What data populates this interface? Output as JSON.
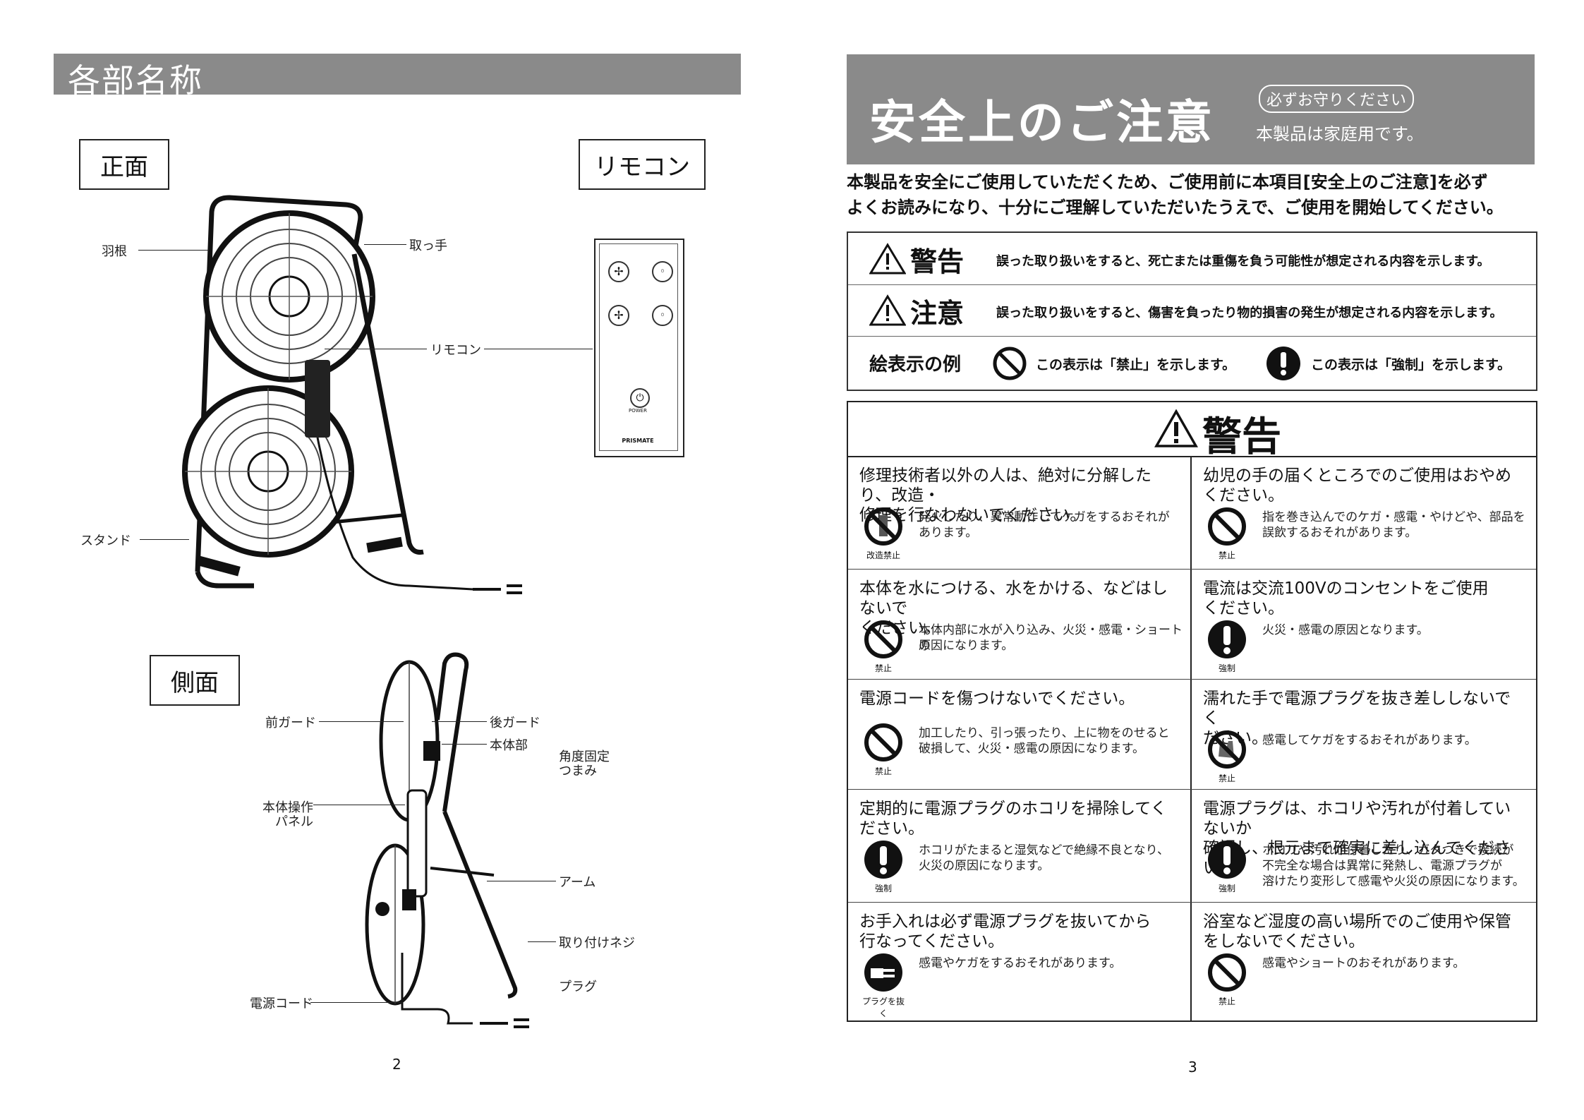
{
  "left_page": {
    "header": "各部名称",
    "front_label": "正面",
    "remote_label": "リモコン",
    "side_label": "側面",
    "front_callouts": {
      "blade": "羽根",
      "handle": "取っ手",
      "remote": "リモコン",
      "stand": "スタンド"
    },
    "remote_brand": "PRISMATE",
    "remote_power": "POWER",
    "side_callouts": {
      "front_guard": "前ガード",
      "rear_guard": "後ガード",
      "body": "本体部",
      "angle_knob_1": "角度固定",
      "angle_knob_2": "つまみ",
      "panel_1": "本体操作",
      "panel_2": "パネル",
      "arm": "アーム",
      "screw": "取り付けネジ",
      "plug": "プラグ",
      "cord": "電源コード"
    },
    "page_number": "2"
  },
  "right_page": {
    "title": "安全上のご注意",
    "pill": "必ずお守りください",
    "subtitle": "本製品は家庭用です。",
    "intro_1": "本製品を安全にご使用していただくため、ご使用前に本項目[安全上のご注意]を必ず",
    "intro_2": "よくお読みになり、十分にご理解していただいたうえで、ご使用を開始してください。",
    "legend": {
      "warning_title": "警告",
      "warning_text": "誤った取り扱いをすると、死亡または重傷を負う可能性が想定される内容を示します。",
      "caution_title": "注意",
      "caution_text": "誤った取り扱いをすると、傷害を負ったり物的損害の発生が想定される内容を示します。",
      "example_title": "絵表示の例",
      "prohibit_text": "この表示は「禁止」を示します。",
      "mandatory_text": "この表示は「強制」を示します。"
    },
    "warning_box_title": "警告",
    "warnings": [
      {
        "title_1": "修理技術者以外の人は、絶対に分解したり、改造・",
        "title_2": "修理を行なわないでください。",
        "desc_1": "発火したり、異常動作してケガをするおそれが",
        "desc_2": "あります。",
        "icon": "no-disassembly-icon",
        "caption": "改造禁止"
      },
      {
        "title_1": "幼児の手の届くところでのご使用はおやめ",
        "title_2": "ください。",
        "desc_1": "指を巻き込んでのケガ・感電・やけどや、部品を",
        "desc_2": "誤飲するおそれがあります。",
        "icon": "prohibit-icon",
        "caption": "禁止"
      },
      {
        "title_1": "本体を水につける、水をかける、などはしないで",
        "title_2": "ください。",
        "desc_1": "本体内部に水が入り込み、火災・感電・ショートの",
        "desc_2": "原因になります。",
        "icon": "prohibit-icon",
        "caption": "禁止"
      },
      {
        "title_1": "電流は交流100Vのコンセントをご使用",
        "title_2": "ください。",
        "desc_1": "火災・感電の原因となります。",
        "desc_2": "",
        "icon": "mandatory-icon",
        "caption": "強制"
      },
      {
        "title_1": "電源コードを傷つけないでください。",
        "title_2": "",
        "desc_1": "加工したり、引っ張ったり、上に物をのせると",
        "desc_2": "破損して、火災・感電の原因になります。",
        "icon": "prohibit-icon",
        "caption": "禁止"
      },
      {
        "title_1": "濡れた手で電源プラグを抜き差ししないでく",
        "title_2": "ださい。",
        "desc_1": "感電してケガをするおそれがあります。",
        "desc_2": "",
        "icon": "no-wet-hands-icon",
        "caption": "禁止"
      },
      {
        "title_1": "定期的に電源プラグのホコリを掃除してく",
        "title_2": "ださい。",
        "desc_1": "ホコリがたまると湿気などで絶縁不良となり、",
        "desc_2": "火災の原因になります。",
        "icon": "mandatory-icon",
        "caption": "強制"
      },
      {
        "title_1": "電源プラグは、ホコリや汚れが付着していないか",
        "title_2": "確認し、根元まで確実に差し込んでください。",
        "desc_1": "ホコリや汚れが付着したり、ガタつきで接続が",
        "desc_2": "不完全な場合は異常に発熱し、電源プラグが",
        "desc_3": "溶けたり変形して感電や火災の原因になります。",
        "icon": "mandatory-icon",
        "caption": "強制"
      },
      {
        "title_1": "お手入れは必ず電源プラグを抜いてから",
        "title_2": "行なってください。",
        "desc_1": "感電やケガをするおそれがあります。",
        "desc_2": "",
        "icon": "unplug-icon",
        "caption": "プラグを抜く"
      },
      {
        "title_1": "浴室など湿度の高い場所でのご使用や保管",
        "title_2": "をしないでください。",
        "desc_1": "感電やショートのおそれがあります。",
        "desc_2": "",
        "icon": "prohibit-icon",
        "caption": "禁止"
      }
    ],
    "page_number": "3"
  }
}
